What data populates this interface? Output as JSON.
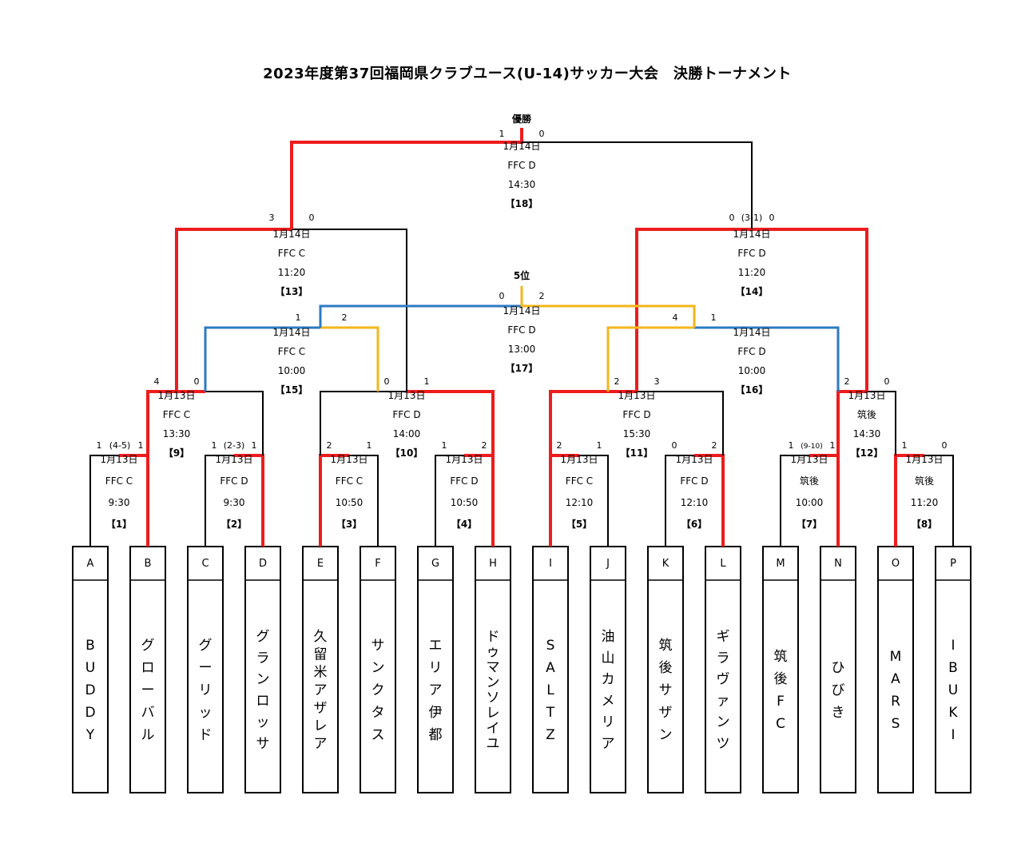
{
  "title": "2023年度第37回福岡県クラブユース(U-14)サッカー大会　決勝トーナメント",
  "colors": {
    "winner": "#ee1c1c",
    "loser": "#000000",
    "third_place": "#2b7ac3",
    "fifth_place": "#f3b71c"
  },
  "teams": [
    {
      "id": "A",
      "name": "BUDDY"
    },
    {
      "id": "B",
      "name": "グローバル"
    },
    {
      "id": "C",
      "name": "グーリッド"
    },
    {
      "id": "D",
      "name": "グランロッサ"
    },
    {
      "id": "E",
      "name": "久留米アザレア"
    },
    {
      "id": "F",
      "name": "サンクタス"
    },
    {
      "id": "G",
      "name": "エリア伊都"
    },
    {
      "id": "H",
      "name": "ドゥマンソレイユ"
    },
    {
      "id": "I",
      "name": "SALTZ"
    },
    {
      "id": "J",
      "name": "油山カメリア"
    },
    {
      "id": "K",
      "name": "筑後サザン"
    },
    {
      "id": "L",
      "name": "ギラヴァンツ"
    },
    {
      "id": "M",
      "name": "筑後FC"
    },
    {
      "id": "N",
      "name": "ひびき"
    },
    {
      "id": "O",
      "name": "MARS"
    },
    {
      "id": "P",
      "name": "IBUKI"
    }
  ],
  "matches": [
    {
      "no": "【1】",
      "date": "1月13日",
      "venue": "FFC C",
      "time": "9:30",
      "score_left": "1",
      "pk": "(4-5)",
      "score_right": "1"
    },
    {
      "no": "【2】",
      "date": "1月13日",
      "venue": "FFC D",
      "time": "9:30",
      "score_left": "1",
      "pk": "(2-3)",
      "score_right": "1"
    },
    {
      "no": "【3】",
      "date": "1月13日",
      "venue": "FFC C",
      "time": "10:50",
      "score_left": "2",
      "pk": "",
      "score_right": "1"
    },
    {
      "no": "【4】",
      "date": "1月13日",
      "venue": "FFC D",
      "time": "10:50",
      "score_left": "1",
      "pk": "",
      "score_right": "2"
    },
    {
      "no": "【5】",
      "date": "1月13日",
      "venue": "FFC C",
      "time": "12:10",
      "score_left": "2",
      "pk": "",
      "score_right": "1"
    },
    {
      "no": "【6】",
      "date": "1月13日",
      "venue": "FFC D",
      "time": "12:10",
      "score_left": "0",
      "pk": "",
      "score_right": "2"
    },
    {
      "no": "【7】",
      "date": "1月13日",
      "venue": "筑後",
      "time": "10:00",
      "score_left": "1",
      "pk": "(9-10)",
      "score_right": "1"
    },
    {
      "no": "【8】",
      "date": "1月13日",
      "venue": "筑後",
      "time": "11:20",
      "score_left": "1",
      "pk": "",
      "score_right": "0"
    },
    {
      "no": "【9】",
      "date": "1月13日",
      "venue": "FFC C",
      "time": "13:30",
      "score_left": "4",
      "pk": "",
      "score_right": "0"
    },
    {
      "no": "【10】",
      "date": "1月13日",
      "venue": "FFC D",
      "time": "14:00",
      "score_left": "0",
      "pk": "",
      "score_right": "1"
    },
    {
      "no": "【11】",
      "date": "1月13日",
      "venue": "FFC D",
      "time": "15:30",
      "score_left": "2",
      "pk": "",
      "score_right": "3"
    },
    {
      "no": "【12】",
      "date": "1月13日",
      "venue": "筑後",
      "time": "14:30",
      "score_left": "2",
      "pk": "",
      "score_right": "0"
    },
    {
      "no": "【13】",
      "date": "1月14日",
      "venue": "FFC C",
      "time": "11:20",
      "score_left": "3",
      "pk": "",
      "score_right": "0"
    },
    {
      "no": "【14】",
      "date": "1月14日",
      "venue": "FFC D",
      "time": "11:20",
      "score_left": "0",
      "pk": "(3-1)",
      "score_right": "0"
    },
    {
      "no": "【15】",
      "date": "1月14日",
      "venue": "FFC C",
      "time": "10:00",
      "score_left": "1",
      "pk": "",
      "score_right": "2"
    },
    {
      "no": "【16】",
      "date": "1月14日",
      "venue": "FFC D",
      "time": "10:00",
      "score_left": "4",
      "pk": "",
      "score_right": "1"
    },
    {
      "no": "【17】",
      "date": "1月14日",
      "venue": "FFC D",
      "time": "13:00",
      "score_left": "0",
      "pk": "",
      "score_right": "2"
    },
    {
      "no": "【18】",
      "date": "1月14日",
      "venue": "FFC D",
      "time": "14:30",
      "score_left": "1",
      "pk": "",
      "score_right": "0"
    }
  ],
  "labels": {
    "champion": "優勝",
    "fifth_place": "5位"
  }
}
